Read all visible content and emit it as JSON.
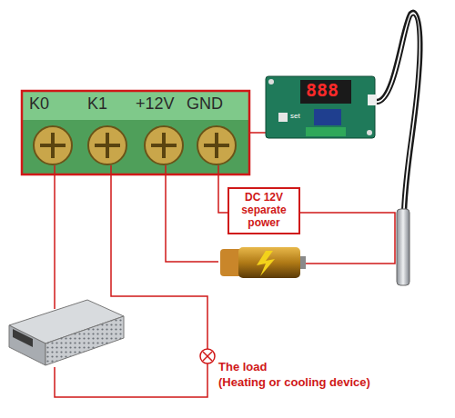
{
  "diagram": {
    "nodes": [
      {
        "text": [
          "DC 12V separate power"
        ]
      }
    ],
    "edges": [],
    "labels": [
      "K0",
      "K1",
      "+12V",
      "GND",
      "888",
      "set",
      "The load",
      "(Heating or cooling device)"
    ]
  }
}
